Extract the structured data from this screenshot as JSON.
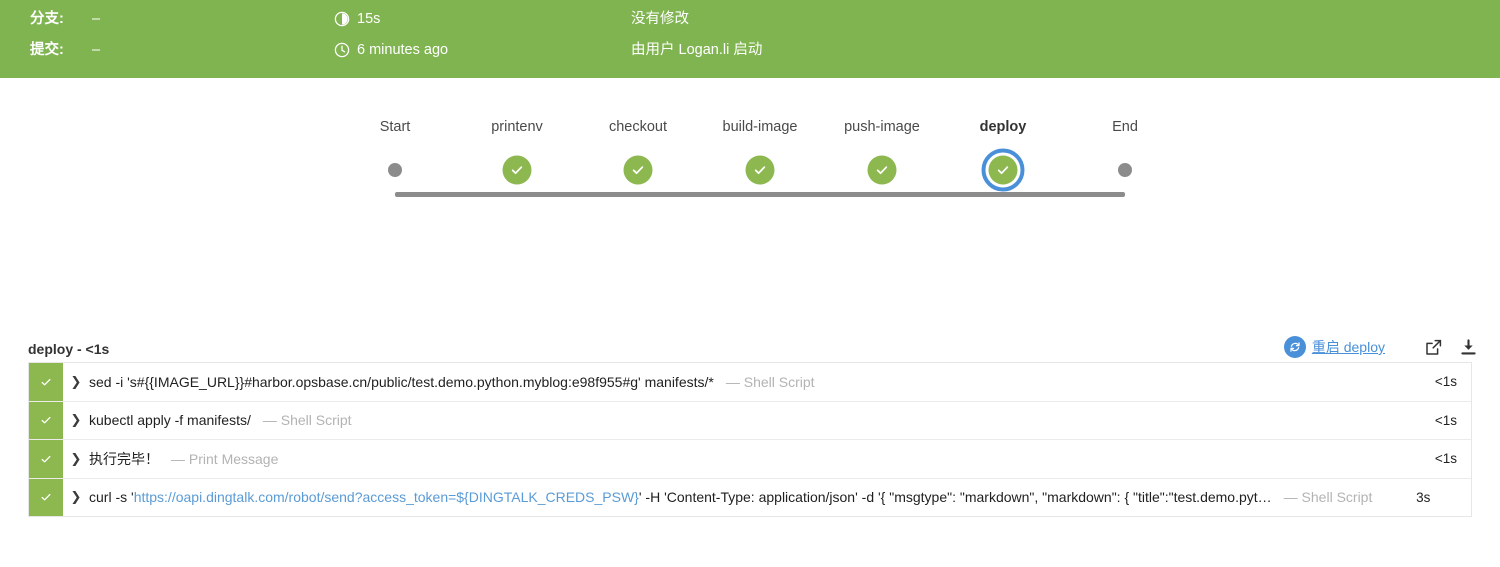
{
  "header": {
    "background_color": "#80b451",
    "rows": [
      {
        "label": "分支:",
        "value": "–",
        "icon": "timer-icon",
        "middle": "15s",
        "right": "没有修改"
      },
      {
        "label": "提交:",
        "value": "–",
        "icon": "clock-icon",
        "middle": "6 minutes ago",
        "right": "由用户 Logan.li 启动"
      }
    ]
  },
  "pipeline": {
    "line_color": "#8c8c8c",
    "success_color": "#8cb84f",
    "selected_ring_color": "#4a90d9",
    "stages": [
      {
        "label": "Start",
        "type": "endpoint",
        "selected": false
      },
      {
        "label": "printenv",
        "type": "success",
        "selected": false
      },
      {
        "label": "checkout",
        "type": "success",
        "selected": false
      },
      {
        "label": "build-image",
        "type": "success",
        "selected": false
      },
      {
        "label": "push-image",
        "type": "success",
        "selected": false
      },
      {
        "label": "deploy",
        "type": "success",
        "selected": true
      },
      {
        "label": "End",
        "type": "endpoint",
        "selected": false
      }
    ]
  },
  "log": {
    "title": "deploy - <1s",
    "restart_label": "重启 deploy",
    "restart_icon": "restart-circle-icon",
    "open_external_icon": "external-link-icon",
    "download_icon": "download-icon",
    "link_color": "#4a90d9",
    "rows": [
      {
        "status": "success",
        "expand_icon": "chevron-right-icon",
        "command_prefix": "sed -i 's#{{IMAGE_URL}}#harbor.opsbase.cn/public/test.demo.python.myblog:e98f955#g' manifests/*",
        "command_link": "",
        "command_suffix": "",
        "type": "— Shell Script",
        "duration": "<1s",
        "duration_inline": false
      },
      {
        "status": "success",
        "expand_icon": "chevron-right-icon",
        "command_prefix": "kubectl apply -f manifests/",
        "command_link": "",
        "command_suffix": "",
        "type": "— Shell Script",
        "duration": "<1s",
        "duration_inline": false
      },
      {
        "status": "success",
        "expand_icon": "chevron-right-icon",
        "command_prefix": "执行完毕！",
        "command_link": "",
        "command_suffix": "",
        "type": "— Print Message",
        "duration": "<1s",
        "duration_inline": false
      },
      {
        "status": "success",
        "expand_icon": "chevron-right-icon",
        "command_prefix": "curl -s '",
        "command_link": "https://oapi.dingtalk.com/robot/send?access_token=${DINGTALK_CREDS_PSW}",
        "command_suffix": "' -H 'Content-Type: application/json' -d '{ \"msgtype\": \"markdown\", \"markdown\": { \"title\":\"test.demo.pyt…",
        "type": "— Shell Script",
        "duration": "3s",
        "duration_inline": true
      }
    ]
  }
}
